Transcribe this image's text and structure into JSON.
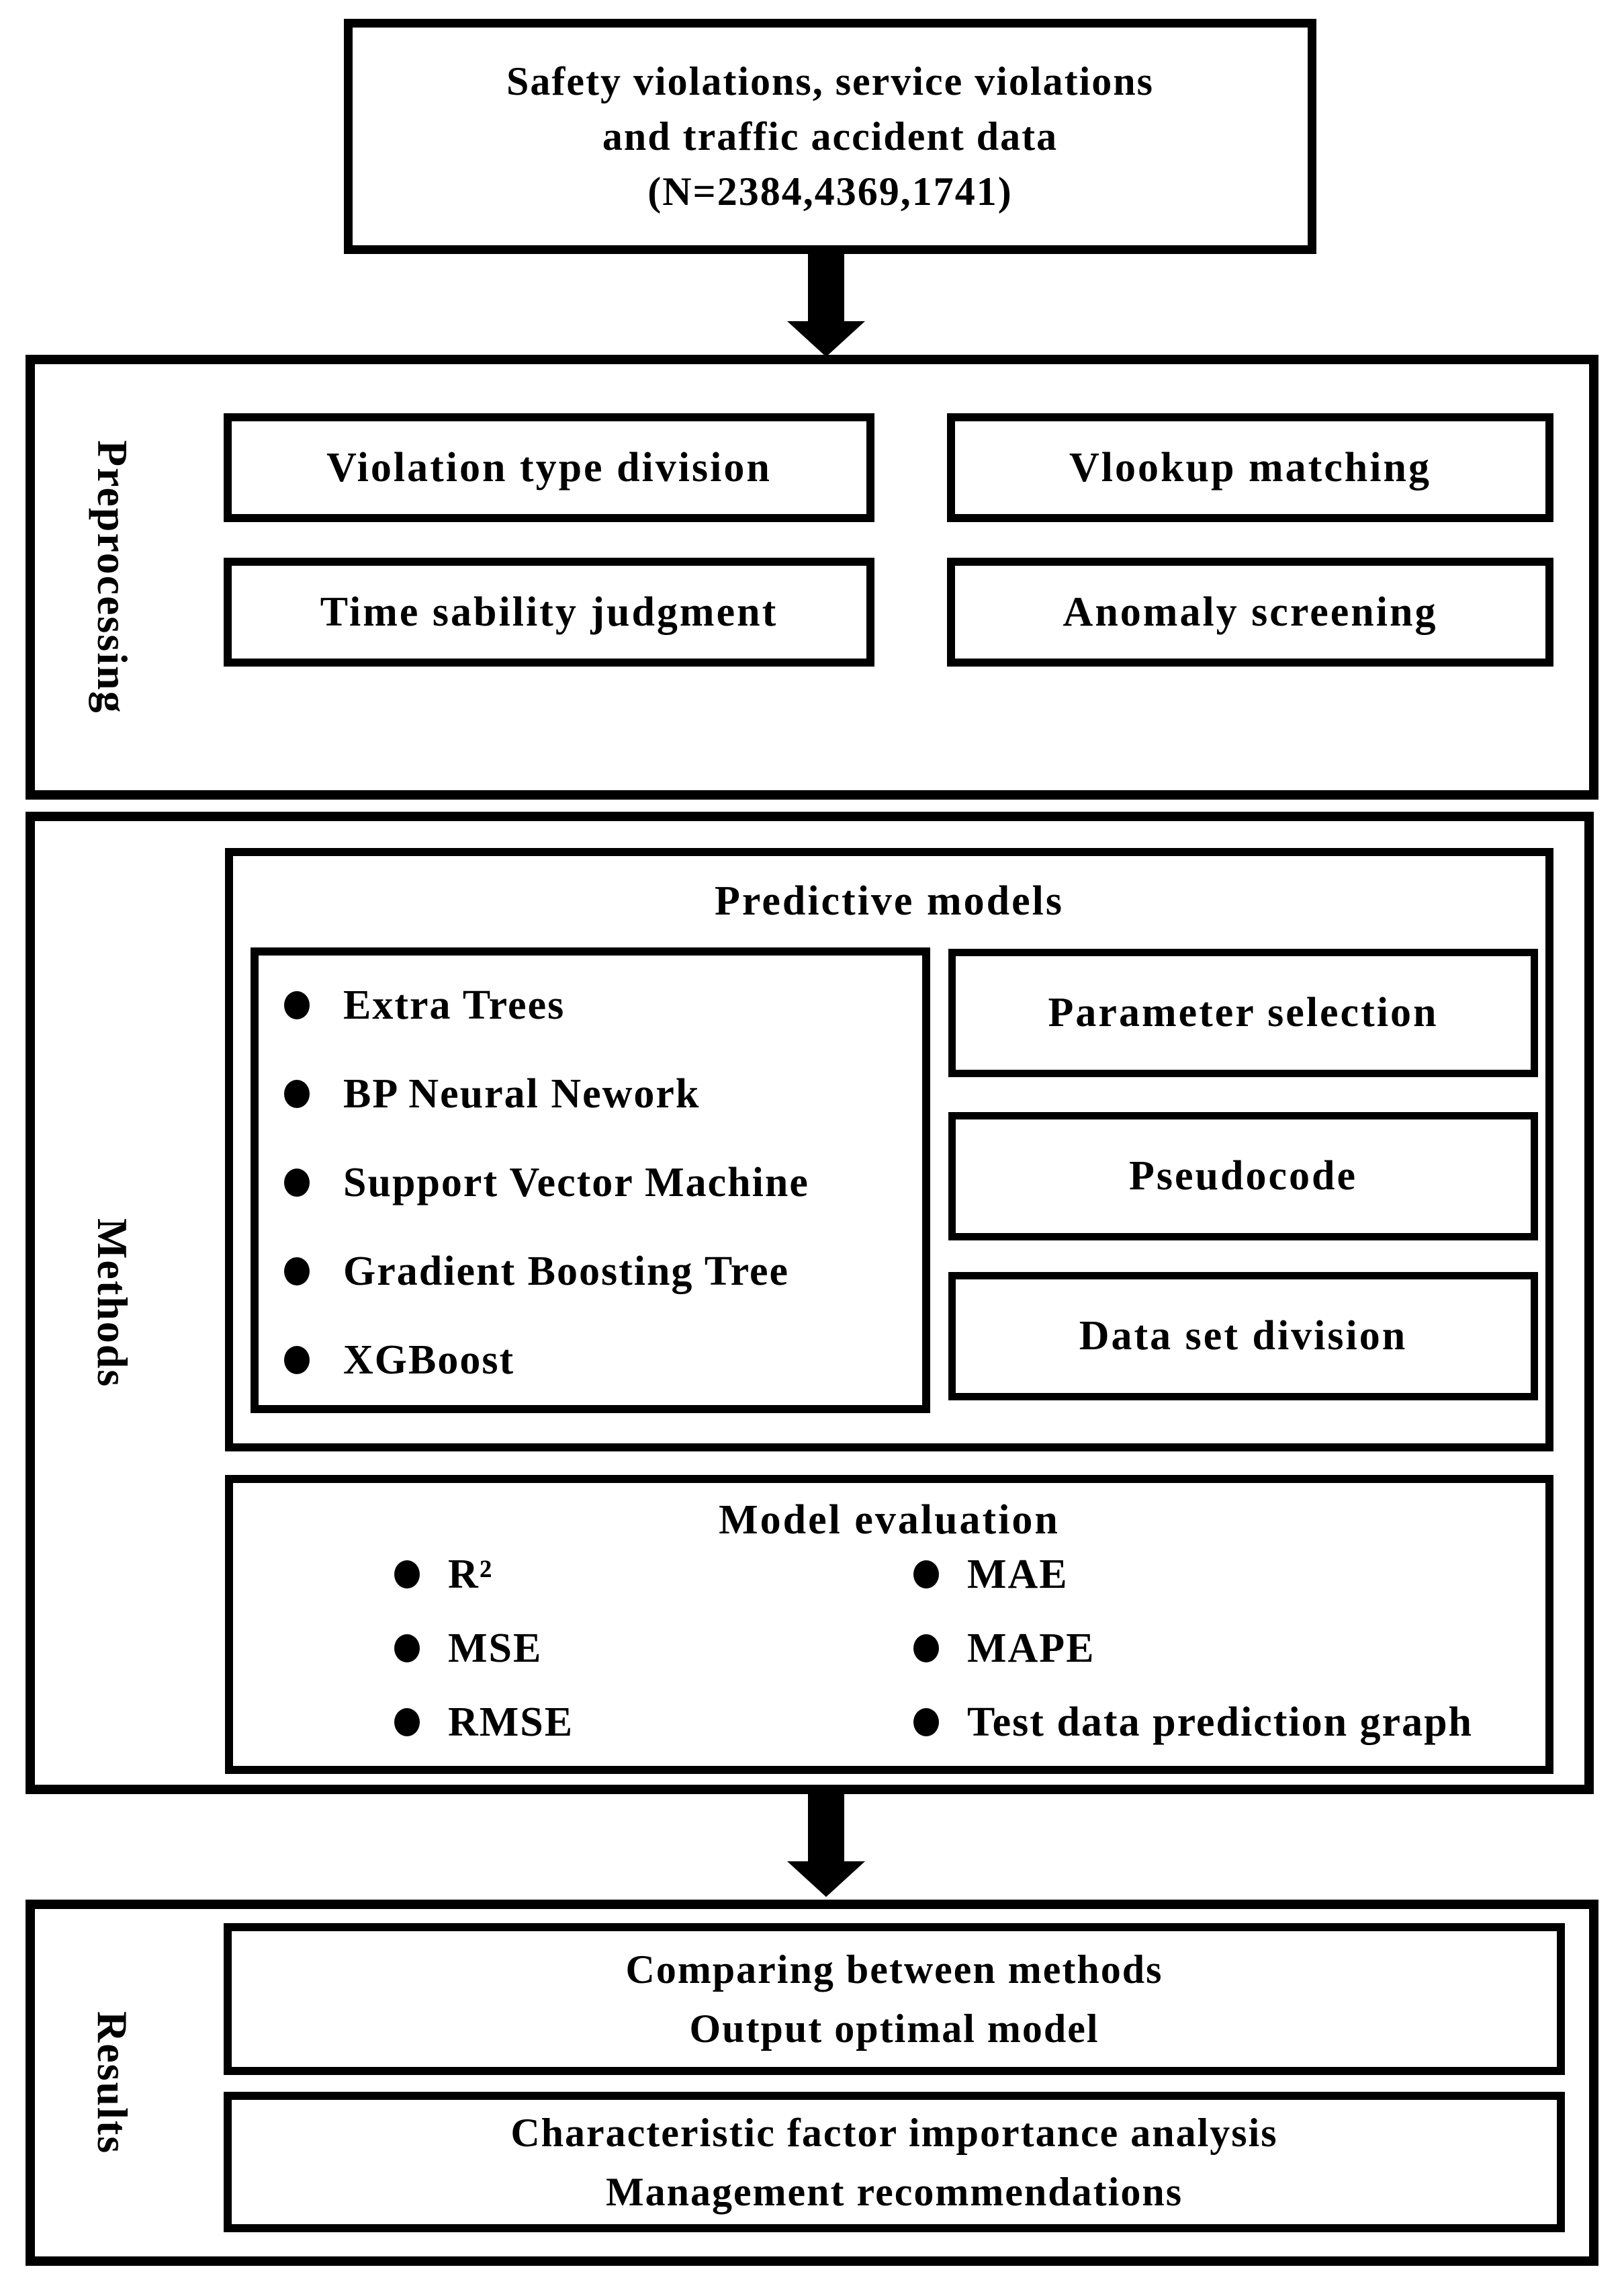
{
  "colors": {
    "border": "#000000",
    "background": "#ffffff",
    "text": "#000000"
  },
  "source_box": {
    "lines": [
      "Safety violations, service violations",
      "and traffic accident data",
      "(N=2384,4369,1741)"
    ]
  },
  "preprocessing": {
    "label": "Preprocessing",
    "boxes": [
      "Violation type division",
      "Vlookup matching",
      "Time sability judgment",
      "Anomaly screening"
    ]
  },
  "methods": {
    "label": "Methods",
    "predictive_models": {
      "title": "Predictive models",
      "models": [
        "Extra Trees",
        "BP Neural Nework",
        "Support Vector Machine",
        "Gradient Boosting Tree",
        "XGBoost"
      ],
      "side_boxes": [
        "Parameter selection",
        "Pseudocode",
        "Data set division"
      ]
    },
    "model_evaluation": {
      "title": "Model evaluation",
      "left_metrics": [
        "R²",
        "MSE",
        "RMSE"
      ],
      "right_metrics": [
        "MAE",
        "MAPE",
        "Test data prediction graph"
      ]
    }
  },
  "results": {
    "label": "Results",
    "boxes": [
      {
        "lines": [
          "Comparing between methods",
          "Output optimal model"
        ]
      },
      {
        "lines": [
          "Characteristic factor importance analysis",
          "Management recommendations"
        ]
      }
    ]
  }
}
